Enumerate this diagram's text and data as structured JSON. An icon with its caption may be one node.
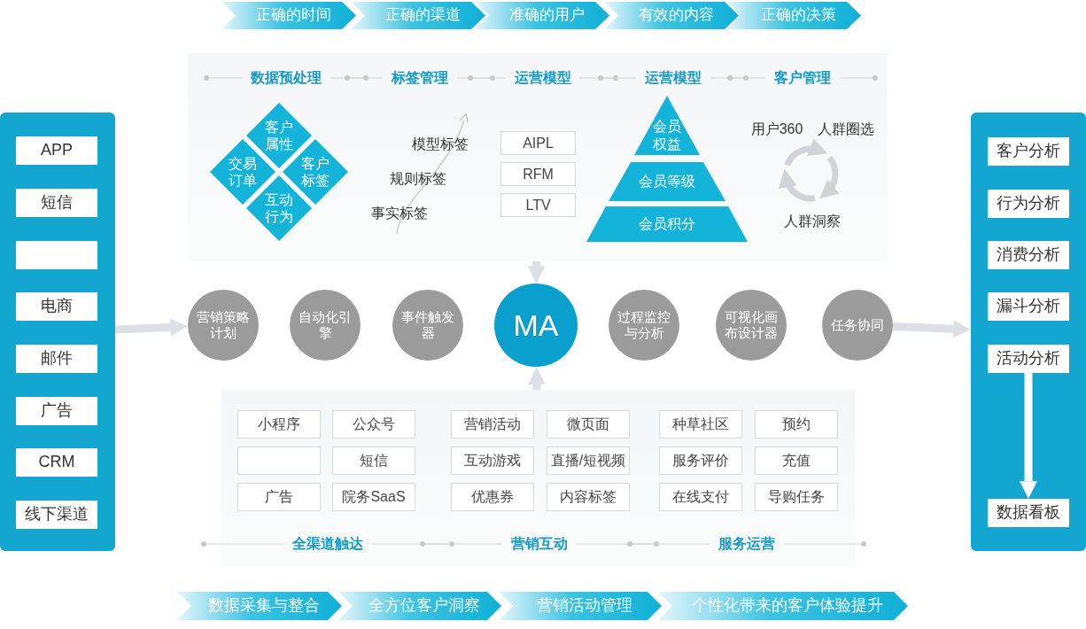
{
  "diagram": {
    "nodes": [
      {
        "text": [
          "正确的时间"
        ]
      },
      {
        "text": [
          "正确的渠道"
        ]
      },
      {
        "text": [
          "准确的用户"
        ]
      },
      {
        "text": [
          "有效的内容"
        ]
      },
      {
        "text": [
          "正确的决策"
        ]
      },
      {
        "text": [],
        "shape": "box"
      },
      {
        "text": [
          "APP"
        ],
        "in": 5
      },
      {
        "text": [
          "短信"
        ],
        "in": 5
      },
      {
        "text": [],
        "shape": "box",
        "in": 5
      },
      {
        "text": [
          "电商"
        ],
        "in": 5
      },
      {
        "text": [
          "邮件"
        ],
        "in": 5
      },
      {
        "text": [
          "广告"
        ],
        "in": 5
      },
      {
        "text": [
          "CRM"
        ],
        "in": 5
      },
      {
        "text": [
          "线下渠道"
        ],
        "in": 5
      },
      {
        "text": [],
        "shape": "box"
      },
      {
        "text": [
          "客户属性"
        ],
        "in": 14
      },
      {
        "text": [
          "交易订单"
        ],
        "in": 14
      },
      {
        "text": [
          "客户标签"
        ],
        "in": 14
      },
      {
        "text": [
          "互动行为"
        ],
        "in": 14
      },
      {
        "text": [
          "AIPL"
        ],
        "in": 14
      },
      {
        "text": [
          "RFM"
        ],
        "in": 14
      },
      {
        "text": [
          "LTV"
        ],
        "in": 14
      },
      {
        "text": [
          "会员权益"
        ],
        "in": 14
      },
      {
        "text": [
          "会员等级"
        ],
        "in": 14
      },
      {
        "text": [
          "会员积分"
        ],
        "in": 14
      },
      {
        "text": [
          "营销策略计划"
        ]
      },
      {
        "text": [
          "自动化引擎"
        ]
      },
      {
        "text": [
          "事件触发器"
        ]
      },
      {
        "text": [
          "MA"
        ]
      },
      {
        "text": [
          "过程监控与分析"
        ]
      },
      {
        "text": [
          "可视化画布设计器"
        ]
      },
      {
        "text": [
          "任务协同"
        ]
      },
      {
        "text": [],
        "shape": "box"
      },
      {
        "text": [
          "小程序"
        ],
        "in": 32
      },
      {
        "text": [
          "公众号"
        ],
        "in": 32
      },
      {
        "text": [
          "营销活动"
        ],
        "in": 32
      },
      {
        "text": [
          "微页面"
        ],
        "in": 32
      },
      {
        "text": [
          "种草社区"
        ],
        "in": 32
      },
      {
        "text": [
          "预约"
        ],
        "in": 32
      },
      {
        "text": [],
        "shape": "box",
        "in": 32
      },
      {
        "text": [
          "短信"
        ],
        "in": 32
      },
      {
        "text": [
          "互动游戏"
        ],
        "in": 32
      },
      {
        "text": [
          "直播/短视频"
        ],
        "in": 32
      },
      {
        "text": [
          "服务评价"
        ],
        "in": 32
      },
      {
        "text": [
          "充值"
        ],
        "in": 32
      },
      {
        "text": [
          "广告"
        ],
        "in": 32
      },
      {
        "text": [
          "院务SaaS"
        ],
        "in": 32
      },
      {
        "text": [
          "优惠券"
        ],
        "in": 32
      },
      {
        "text": [
          "内容标签"
        ],
        "in": 32
      },
      {
        "text": [
          "在线支付"
        ],
        "in": 32
      },
      {
        "text": [
          "导购任务"
        ],
        "in": 32
      },
      {
        "text": [],
        "shape": "box"
      },
      {
        "text": [
          "客户分析"
        ],
        "in": 51
      },
      {
        "text": [
          "行为分析"
        ],
        "in": 51
      },
      {
        "text": [
          "消费分析"
        ],
        "in": 51
      },
      {
        "text": [
          "漏斗分析"
        ],
        "in": 51
      },
      {
        "text": [
          "活动分析"
        ],
        "in": 51
      },
      {
        "text": [
          "数据看板"
        ],
        "in": 51
      },
      {
        "text": [
          "数据采集与整合"
        ]
      },
      {
        "text": [
          "全方位客户洞察"
        ]
      },
      {
        "text": [
          "营销活动管理"
        ]
      },
      {
        "text": [
          "个性化带来的客户体验提升"
        ]
      }
    ],
    "edges": [
      {
        "from": 5,
        "to": 25,
        "arrow": "to"
      },
      {
        "from": 31,
        "to": 51,
        "arrow": "to"
      },
      {
        "from": 14,
        "to": 28,
        "arrow": "to"
      },
      {
        "from": 32,
        "to": 28,
        "arrow": "to"
      },
      {
        "from": 56,
        "to": 57,
        "arrow": "to",
        "color": "#ffffff"
      }
    ],
    "labels": [
      "数据预处理",
      "标签管理",
      "运营模型",
      "运营模型",
      "客户管理",
      "模型标签",
      "规则标签",
      "事实标签",
      "用户360",
      "人群圈选",
      "人群洞察",
      "全渠道触达",
      "营销互动",
      "服务运营"
    ]
  }
}
